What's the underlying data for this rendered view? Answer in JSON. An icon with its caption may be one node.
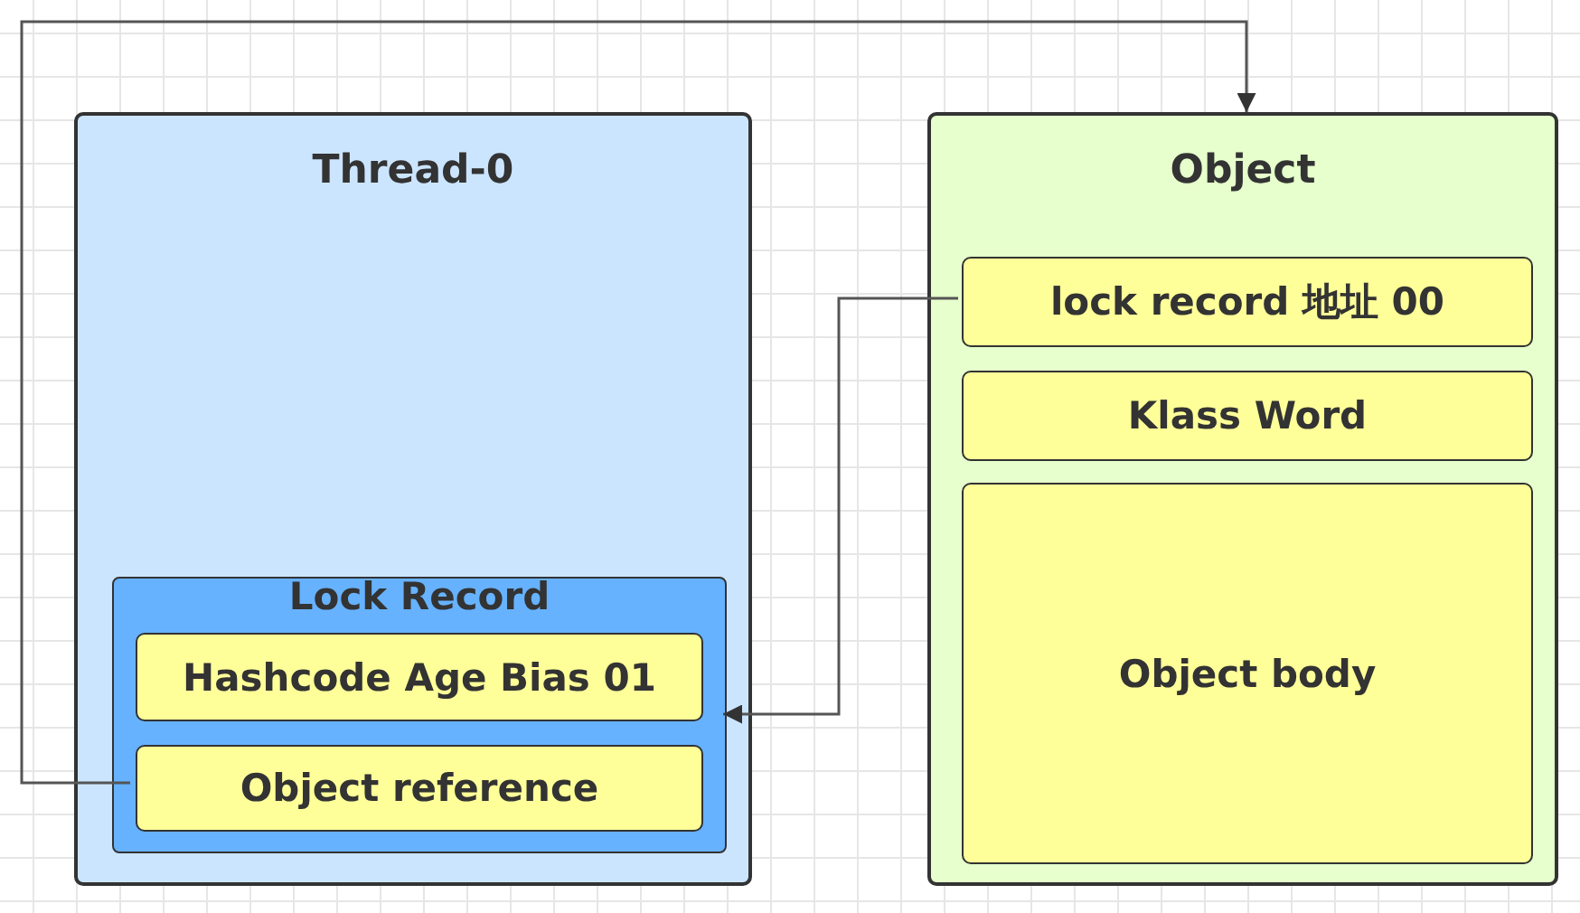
{
  "diagram": {
    "nodes": [
      {
        "text": [
          "Thread-0"
        ]
      },
      {
        "text": [
          "Lock Record"
        ],
        "in": 0
      },
      {
        "text": [
          "Hashcode Age Bias 01"
        ],
        "in": 1
      },
      {
        "text": [
          "Object reference"
        ],
        "in": 1
      },
      {
        "text": [
          "Object"
        ]
      },
      {
        "text": [
          "lock record 地址 00"
        ],
        "in": 4
      },
      {
        "text": [
          "Klass Word"
        ],
        "in": 4
      },
      {
        "text": [
          "Object body"
        ],
        "in": 4
      }
    ],
    "edges": [
      {
        "from": 3,
        "to": 4,
        "arrow": "to"
      },
      {
        "from": 5,
        "to": 1,
        "arrow": "to"
      }
    ]
  }
}
